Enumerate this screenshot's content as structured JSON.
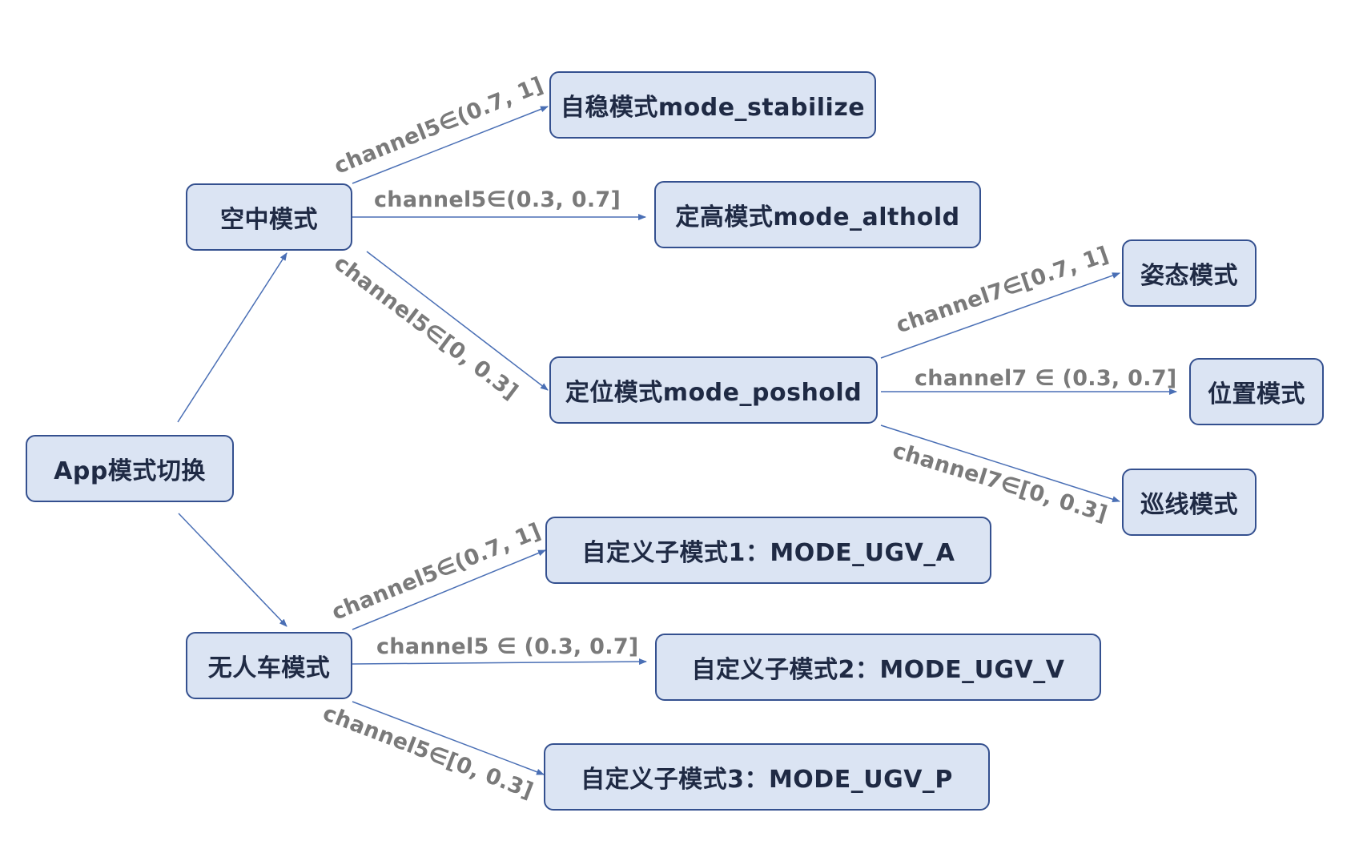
{
  "nodes": {
    "app": "App模式切换",
    "air": "空中模式",
    "ugv": "无人车模式",
    "stabilize": "自稳模式mode_stabilize",
    "althold": "定高模式mode_althold",
    "poshold": "定位模式mode_poshold",
    "attitude": "姿态模式",
    "position": "位置模式",
    "patrol": "巡线模式",
    "ugv_a": "自定义子模式1：MODE_UGV_A",
    "ugv_v": "自定义子模式2：MODE_UGV_V",
    "ugv_p": "自定义子模式3：MODE_UGV_P"
  },
  "edge_labels": {
    "air_stabilize": "channel5∈(0.7, 1]",
    "air_althold": "channel5∈(0.3, 0.7]",
    "air_poshold": "channel5∈[0, 0.3]",
    "pos_attitude": "channel7∈[0.7, 1]",
    "pos_position": "channel7 ∈ (0.3, 0.7]",
    "pos_patrol": "channel7∈[0, 0.3]",
    "ugv_a": "channel5∈(0.7, 1]",
    "ugv_v": "channel5 ∈ (0.3, 0.7]",
    "ugv_p": "channel5∈[0, 0.3]"
  },
  "colors": {
    "node_fill": "#dbe4f3",
    "node_border": "#34508f",
    "arrow": "#4a6fb5",
    "label_text": "#7a7a7a"
  }
}
